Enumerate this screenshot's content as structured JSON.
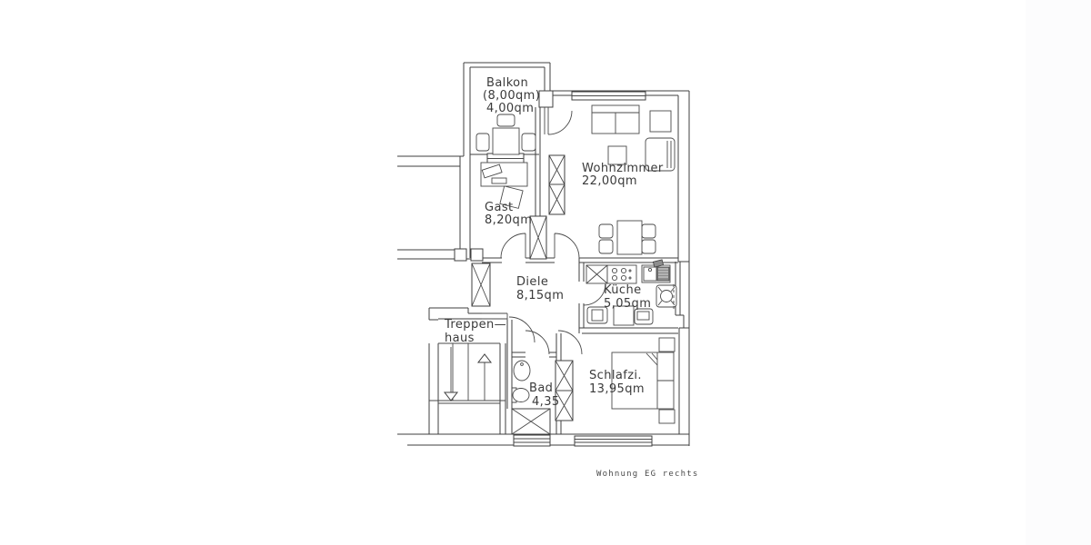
{
  "caption": "Wohnung EG rechts",
  "colors": {
    "line": "#3f3f3f",
    "text": "#3a3a3a",
    "paper": "#ffffff",
    "fixture_dark": "#8d8d8d"
  },
  "rooms": {
    "balkon": {
      "name": "Balkon",
      "note": "(8,00qm)",
      "area": "4,00qm"
    },
    "wohnzimmer": {
      "name": "Wohnzimmer",
      "area": "22,00qm"
    },
    "gast": {
      "name": "Gast",
      "area": "8,20qm"
    },
    "diele": {
      "name": "Diele",
      "area": "8,15qm"
    },
    "kueche": {
      "name": "Küche",
      "area": "5,05qm"
    },
    "treppenhaus": {
      "name_line1": "Treppen—",
      "name_line2": "haus"
    },
    "bad": {
      "name": "Bad",
      "area": "4,35"
    },
    "schlafzimmer": {
      "name": "Schlafzi.",
      "area": "13,95qm"
    }
  }
}
